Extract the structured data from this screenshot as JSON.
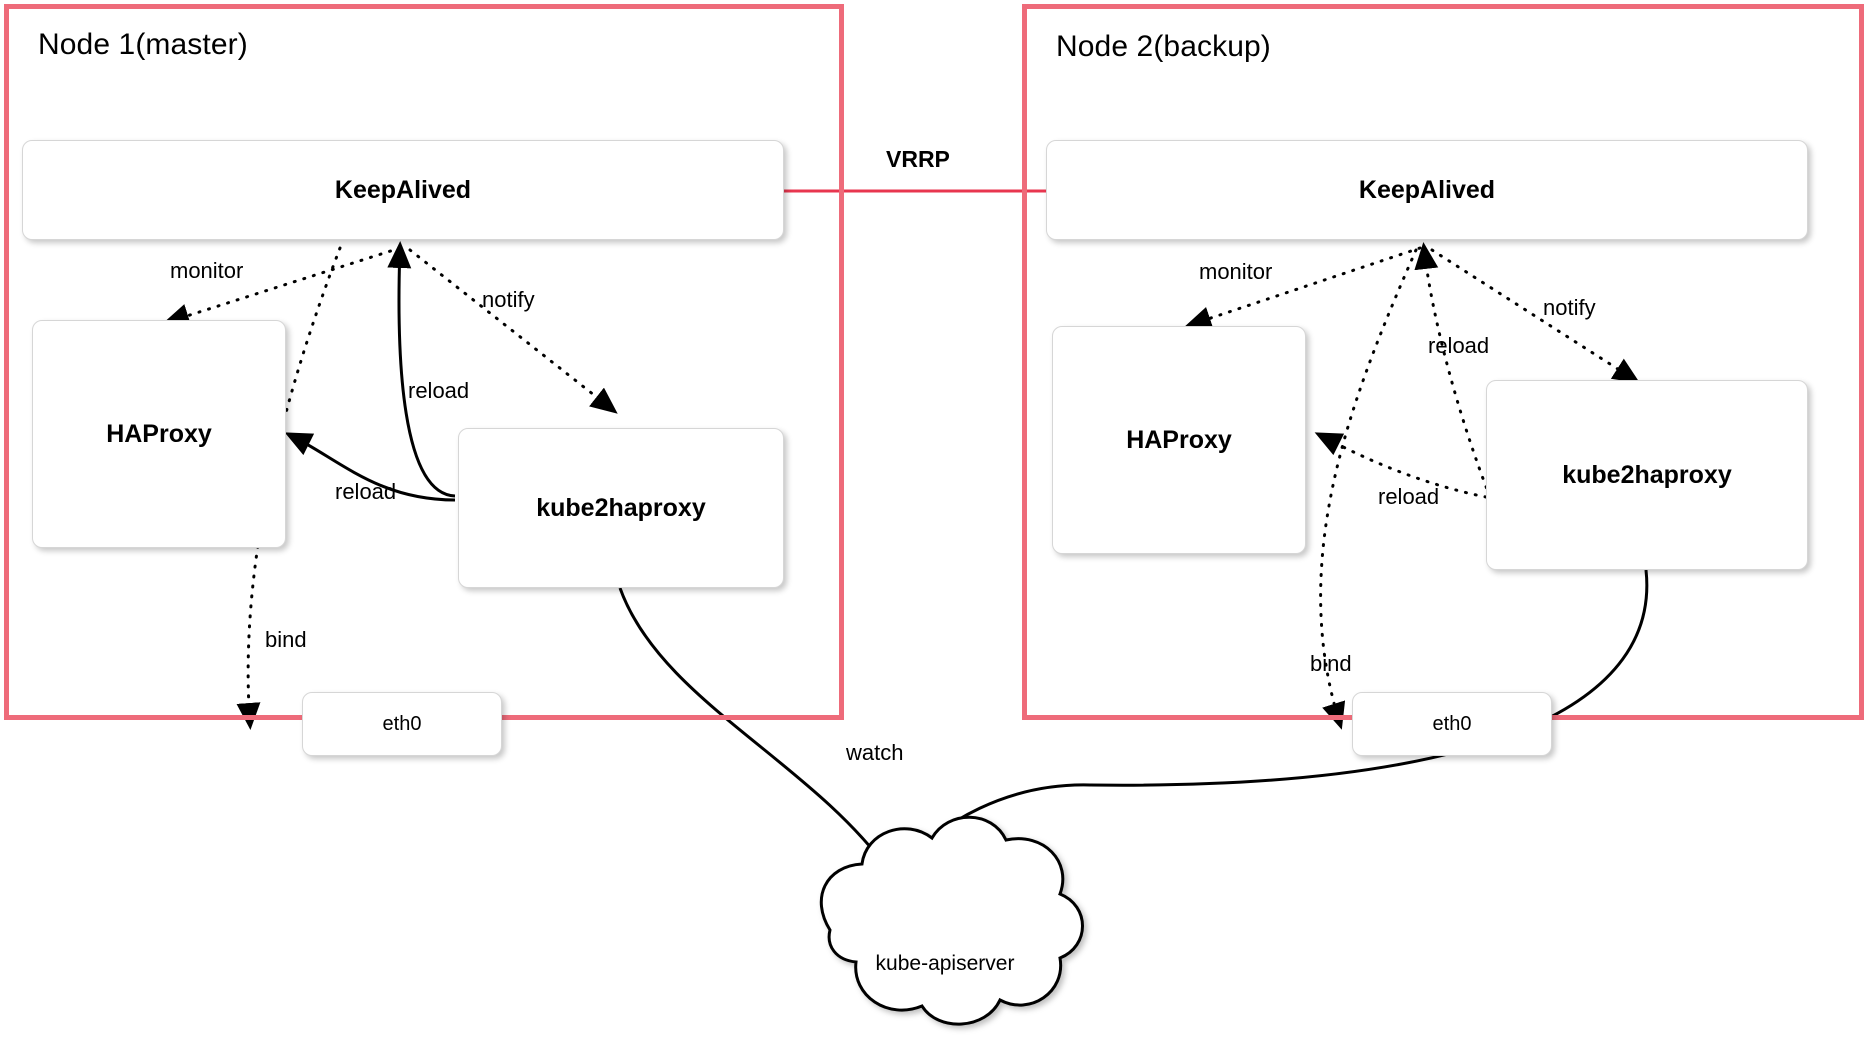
{
  "diagram": {
    "title": "kube2haproxy high-availability architecture",
    "colors": {
      "node_border": "#ee6b7a",
      "vrrp_line": "#e8364f",
      "box_border": "#d6d6d6",
      "box_fill": "#ffffff",
      "edge": "#000000"
    }
  },
  "nodes": [
    {
      "id": "node1",
      "title": "Node 1(master)",
      "boxes": {
        "keepalived": "KeepAlived",
        "haproxy": "HAProxy",
        "kube2haproxy": "kube2haproxy",
        "eth0": "eth0"
      },
      "edges": [
        {
          "label": "monitor",
          "from": "keepalived",
          "to": "haproxy",
          "style": "dotted"
        },
        {
          "label": "notify",
          "from": "keepalived",
          "to": "kube2haproxy",
          "style": "dotted"
        },
        {
          "label": "reload",
          "from": "kube2haproxy",
          "to": "keepalived",
          "style": "solid"
        },
        {
          "label": "reload",
          "from": "kube2haproxy",
          "to": "haproxy",
          "style": "solid"
        },
        {
          "label": "bind",
          "from": "haproxy",
          "to": "eth0",
          "style": "dotted"
        },
        {
          "label": "watch",
          "from": "kube2haproxy",
          "to": "kube-apiserver",
          "style": "solid"
        }
      ]
    },
    {
      "id": "node2",
      "title": "Node 2(backup)",
      "boxes": {
        "keepalived": "KeepAlived",
        "haproxy": "HAProxy",
        "kube2haproxy": "kube2haproxy",
        "eth0": "eth0"
      },
      "edges": [
        {
          "label": "monitor",
          "from": "keepalived",
          "to": "haproxy",
          "style": "dotted"
        },
        {
          "label": "notify",
          "from": "keepalived",
          "to": "kube2haproxy",
          "style": "dotted"
        },
        {
          "label": "reload",
          "from": "kube2haproxy",
          "to": "keepalived",
          "style": "dotted"
        },
        {
          "label": "reload",
          "from": "kube2haproxy",
          "to": "haproxy",
          "style": "dotted"
        },
        {
          "label": "bind",
          "from": "haproxy",
          "to": "eth0",
          "style": "dotted"
        },
        {
          "label": "watch",
          "from": "kube2haproxy",
          "to": "kube-apiserver",
          "style": "solid"
        }
      ]
    }
  ],
  "vrrp": {
    "label": "VRRP"
  },
  "apiserver": {
    "label": "kube-apiserver"
  },
  "labels": {
    "n1_monitor": "monitor",
    "n1_notify": "notify",
    "n1_reload_up": "reload",
    "n1_reload_left": "reload",
    "n1_bind": "bind",
    "n2_monitor": "monitor",
    "n2_notify": "notify",
    "n2_reload_up": "reload",
    "n2_reload_left": "reload",
    "n2_bind": "bind",
    "watch": "watch"
  }
}
